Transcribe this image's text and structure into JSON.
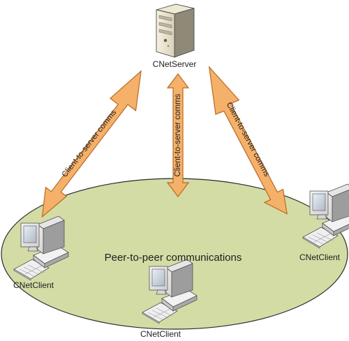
{
  "server": {
    "label": "CNetServer",
    "icon": "server-tower-icon"
  },
  "clients": [
    {
      "label": "CNetClient",
      "icon": "desktop-computer-icon"
    },
    {
      "label": "CNetClient",
      "icon": "desktop-computer-icon"
    },
    {
      "label": "CNetClient",
      "icon": "desktop-computer-icon"
    }
  ],
  "links": [
    {
      "label": "Client-to-server comms"
    },
    {
      "label": "Client-to-server comms"
    },
    {
      "label": "Client-to-server comms"
    }
  ],
  "peer_zone": {
    "label": "Peer-to-peer communications"
  },
  "colors": {
    "arrow_fill": "#f5b06a",
    "arrow_stroke": "#b86a22",
    "ellipse_fill": "#d3dca5",
    "ellipse_stroke": "#2a2a2a"
  }
}
